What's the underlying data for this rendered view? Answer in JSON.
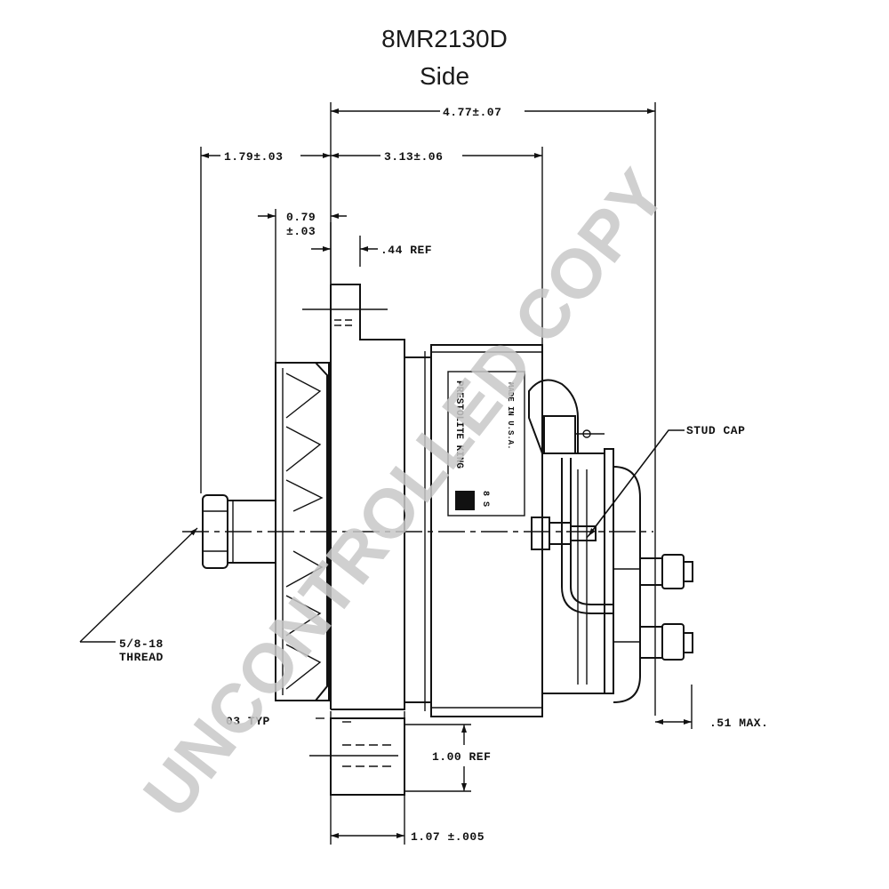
{
  "title": "8MR2130D",
  "subtitle": "Side",
  "dimensions": {
    "overall_length": "4.77±.07",
    "front_offset": "1.79±.03",
    "body_length": "3.13±.06",
    "flange_1": "0.79",
    "flange_2": "±.03",
    "ref_44": ".44 REF",
    "stud_cap": "STUD CAP",
    "thread_1": "5/8-18",
    "thread_2": "THREAD",
    "typ": "03 TYP",
    "ref_100": "1.00 REF",
    "mount": "1.07 ±.005",
    "terminal_max": ".51 MAX."
  },
  "label_text": {
    "brand": "PRESTOLITE KING",
    "line2": "MADE IN U.S.A.",
    "line3": "8 S"
  },
  "watermark": "UNCONTROLLED COPY"
}
